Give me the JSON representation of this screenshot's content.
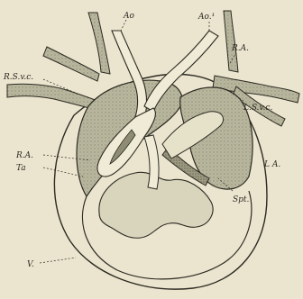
{
  "figure": {
    "labels": {
      "ao_left": "Ao",
      "ao_right": "Ao.¹",
      "ra_top": "R.A.",
      "rs_vc": "R.S.v.c.",
      "ls_vc": "L.S.v.c.",
      "ra_mid": "R.A.",
      "ta": "Ta",
      "la": "L A.",
      "spt": "Spt.",
      "v": "V."
    },
    "colors": {
      "paper": "#ebe5cf",
      "ink": "#2c2a22",
      "shade": "#b5b39a",
      "dark_shade": "#8f8c74"
    }
  }
}
